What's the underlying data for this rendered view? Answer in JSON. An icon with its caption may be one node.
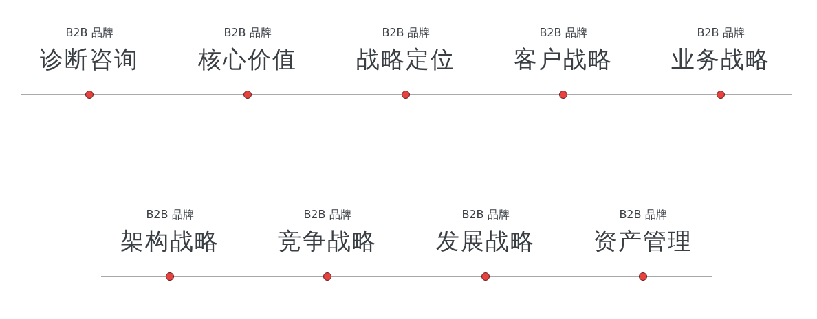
{
  "diagram": {
    "nodes": [
      {
        "text": [
          "B2B 品牌",
          "诊断咨询"
        ]
      },
      {
        "text": [
          "B2B 品牌",
          "核心价值"
        ]
      },
      {
        "text": [
          "B2B 品牌",
          "战略定位"
        ]
      },
      {
        "text": [
          "B2B 品牌",
          "客户战略"
        ]
      },
      {
        "text": [
          "B2B 品牌",
          "业务战略"
        ]
      },
      {
        "text": [
          "B2B 品牌",
          "架构战略"
        ]
      },
      {
        "text": [
          "B2B 品牌",
          "竞争战略"
        ]
      },
      {
        "text": [
          "B2B 品牌",
          "发展战略"
        ]
      },
      {
        "text": [
          "B2B 品牌",
          "资产管理"
        ]
      }
    ]
  }
}
